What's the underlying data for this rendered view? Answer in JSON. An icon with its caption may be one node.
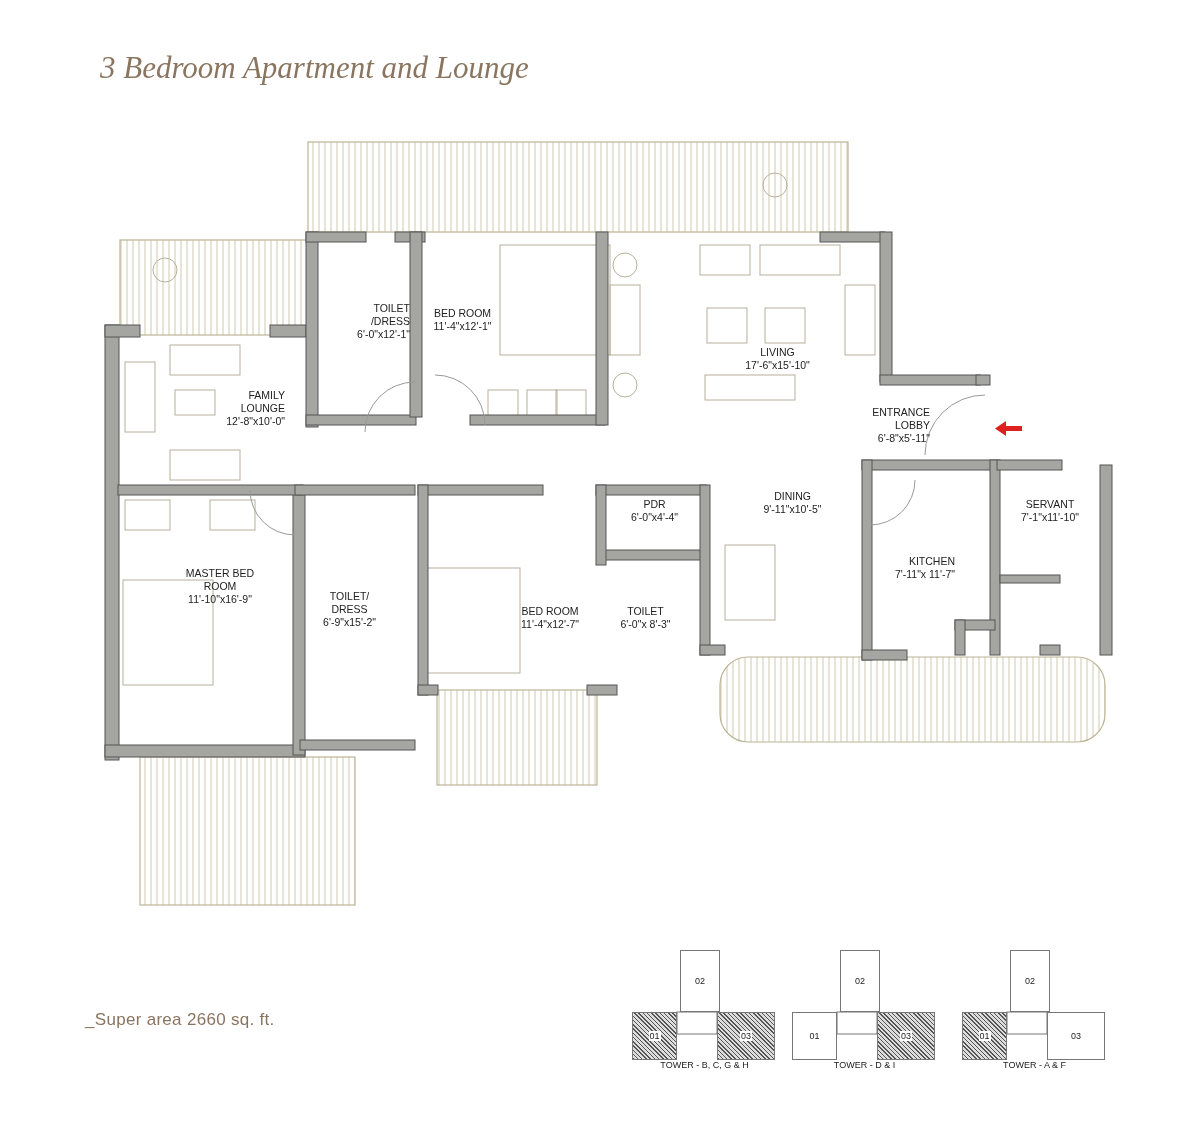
{
  "diagram": {
    "title": "3 Bedroom Apartment and Lounge",
    "nodes": [
      {
        "text": [
          "TOILET /DRESS",
          "6'-0\"x12'-1\""
        ]
      },
      {
        "text": [
          "BED ROOM",
          "11'-4\"x12'-1\""
        ]
      },
      {
        "text": [
          "LIVING",
          "17'-6\"x15'-10\""
        ]
      },
      {
        "text": [
          "FAMILY LOUNGE",
          "12'-8\"x10'-0\""
        ]
      },
      {
        "text": [
          "ENTRANCE LOBBY",
          "6'-8\"x5'-11\""
        ]
      },
      {
        "text": [
          "PDR",
          "6'-0\"x4'-4\""
        ]
      },
      {
        "text": [
          "DINING",
          "9'-11\"x10'-5\""
        ]
      },
      {
        "text": [
          "SERVANT",
          "7'-1\"x11'-10\""
        ]
      },
      {
        "text": [
          "MASTER BED ROOM",
          "11'-10\"x16'-9\""
        ]
      },
      {
        "text": [
          "TOILET/ DRESS",
          "6'-9\"x15'-2\""
        ]
      },
      {
        "text": [
          "BED ROOM",
          "11'-4\"x12'-7\""
        ]
      },
      {
        "text": [
          "KITCHEN",
          "7'-11\"x 11'-7\""
        ]
      },
      {
        "text": [
          "TOILET",
          "6'-0\"x 8'-3\""
        ]
      },
      {
        "text": [
          "02"
        ]
      },
      {
        "text": [
          "01"
        ]
      },
      {
        "text": [
          "03"
        ]
      },
      {
        "text": [
          "02"
        ]
      },
      {
        "text": [
          "01"
        ]
      },
      {
        "text": [
          "03"
        ]
      },
      {
        "text": [
          "02"
        ]
      },
      {
        "text": [
          "01"
        ]
      },
      {
        "text": [
          "03"
        ]
      }
    ],
    "labels": [
      "TOWER - B, C, G & H",
      "TOWER - D & I",
      "TOWER - A & F",
      "_Super area 2660 sq. ft."
    ]
  }
}
